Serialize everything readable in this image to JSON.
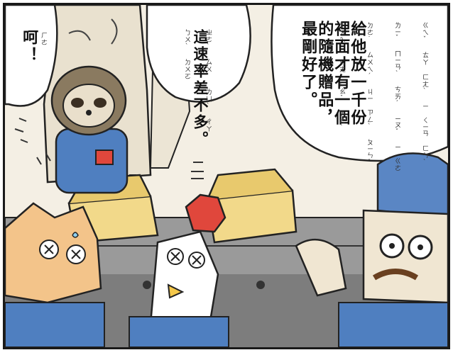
{
  "speech": {
    "left_exclaim": [
      "呵",
      "！"
    ],
    "left_exclaim_ruby": "ㄏㄜ",
    "middle": [
      "這速率差",
      "不多。"
    ],
    "middle_ruby": [
      "ㄓㄜˋ ㄙㄨˋ ㄌㄩˋ ㄔㄚ",
      "ㄅㄨˋ ㄉㄨㄛ"
    ],
    "right": [
      "給他放一千份",
      "裡面才有一個",
      "的隨機贈品，",
      "最剛好了。"
    ],
    "right_ruby": [
      "ㄍㄟˇ ㄊㄚ ㄈㄤˋ ㄧ ㄑㄧㄢ ㄈㄣˋ",
      "ㄌㄧˇ ㄇㄧㄢˋ ㄘㄞˊ ㄧㄡˇ ㄧ ㄍㄜ",
      "ㄉㄜ˙ ㄙㄨㄟˊ ㄐㄧ ㄗㄥˋ ㄆㄧㄣˇ",
      "ㄗㄨㄟˋ ㄍㄤ ㄏㄠˇ ㄌㄜ˙"
    ]
  },
  "colors": {
    "uniform_blue": "#4f7fc0",
    "box_yellow": "#f2d98a",
    "cat_orange": "#f3c48a",
    "sloth_brown": "#8a7a60",
    "glove_red": "#e0473c",
    "conveyor_gray": "#6b6b6b",
    "hat_blue": "#5a86c4"
  }
}
